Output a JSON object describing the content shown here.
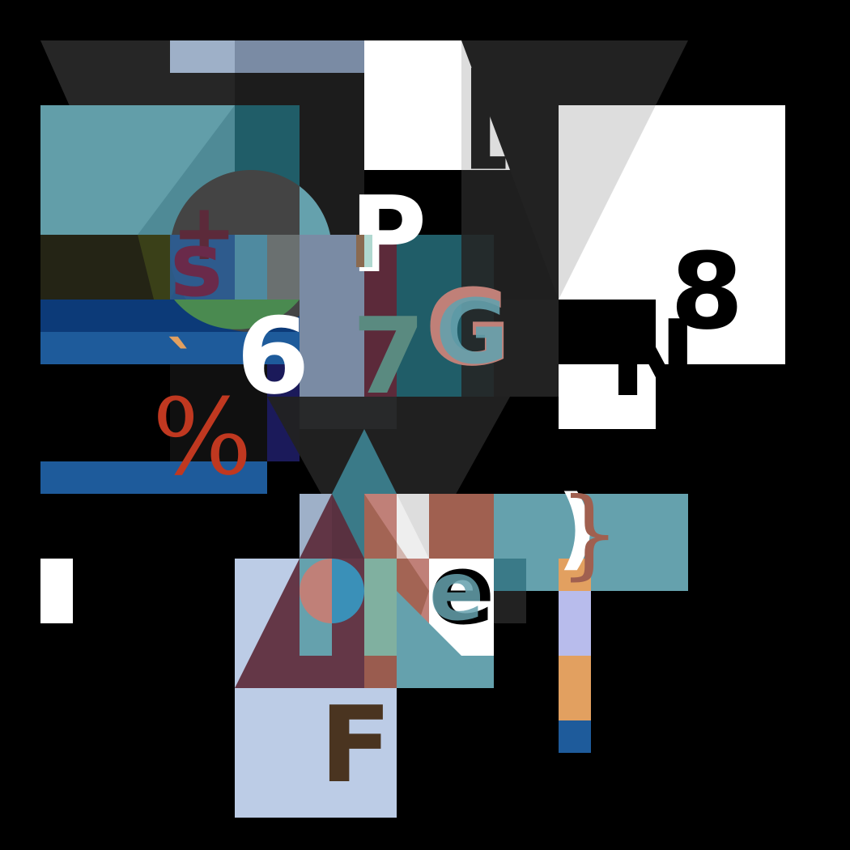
{
  "glyphs": {
    "bracket": "[",
    "plus": "+",
    "s": "s",
    "p": "P",
    "eight": "8",
    "six": "6",
    "seven": "7",
    "g_outline": "G",
    "g_solid": "G",
    "n": "N",
    "backtick": "`",
    "percent": "%",
    "brace_white": ")",
    "brace": "}",
    "e": "e",
    "f": "F"
  },
  "colors": {
    "background": "#000000",
    "dark_gray": "#222222",
    "light_gray": "#dddddd",
    "white": "#ffffff",
    "teal": "#65a1ad",
    "dark_teal": "#205d68",
    "steel": "#7a8ba4",
    "pale_steel": "#9eb0c8",
    "pale_blue": "#bccce6",
    "navy": "#0c3a78",
    "blue": "#1e5b9b",
    "maroon": "#5c2a3a",
    "salmon": "#c08078",
    "rust": "#c03820",
    "orange": "#e2a060",
    "lavender": "#b8bcec",
    "olive_dark": "#242415",
    "green": "#4a8a50",
    "brown": "#4a3420",
    "cream": "#e0e0b0",
    "mint": "#80b0a0"
  }
}
